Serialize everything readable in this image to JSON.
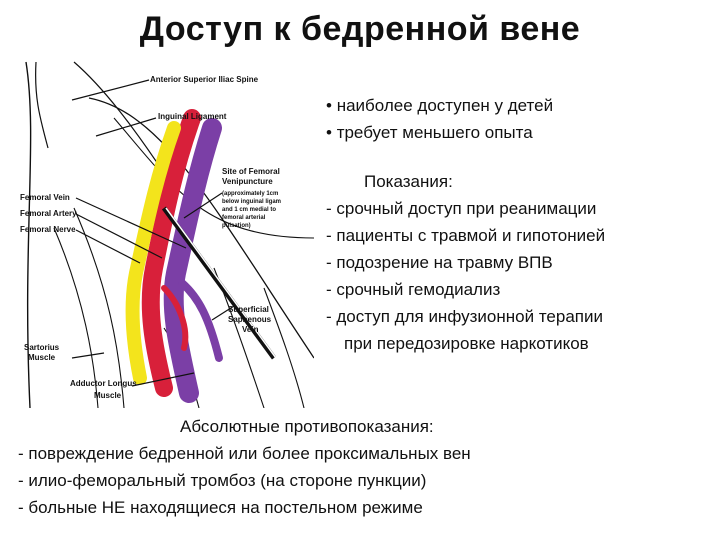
{
  "title": "Доступ к бедренной вене",
  "figure": {
    "labels": {
      "asis": "Anterior Superior Iliac Spine",
      "inguinal": "Inguinal Ligament",
      "site_title_1": "Site of Femoral",
      "site_title_2": "Venipuncture",
      "site_note_1": "(approximately 1cm",
      "site_note_2": "below inguinal ligam",
      "site_note_3": "and 1 cm medial to",
      "site_note_4": "femoral arterial",
      "site_note_5": "pulsation)",
      "fem_vein": "Femoral Vein",
      "fem_artery": "Femoral Artery",
      "fem_nerve": "Femoral Nerve",
      "saph_1": "Superficial",
      "saph_2": "Saphenous",
      "saph_3": "Vein",
      "sartorius_1": "Sartorius",
      "sartorius_2": "Muscle",
      "adductor_1": "Adductor Longus",
      "adductor_2": "Muscle"
    },
    "colors": {
      "artery": "#d8203a",
      "vein": "#7b3fa6",
      "nerve": "#f3e41c"
    }
  },
  "intro": [
    "наиболее доступен у детей",
    "требует меньшего опыта"
  ],
  "indications": {
    "heading": "Показания",
    "items": [
      "срочный доступ при реанимации",
      "пациенты с травмой и гипотонией",
      "подозрение на травму ВПВ",
      "срочный гемодиализ",
      "доступ для инфузионной терапии"
    ],
    "continuation": "при передозировке наркотиков"
  },
  "contraindications": {
    "heading": "Абсолютные противопоказания",
    "items": [
      "повреждение бедренной или более проксимальных вен",
      "илио-феморальный тромбоз (на стороне пункции)",
      "больные НЕ находящиеся на постельном режиме"
    ]
  }
}
